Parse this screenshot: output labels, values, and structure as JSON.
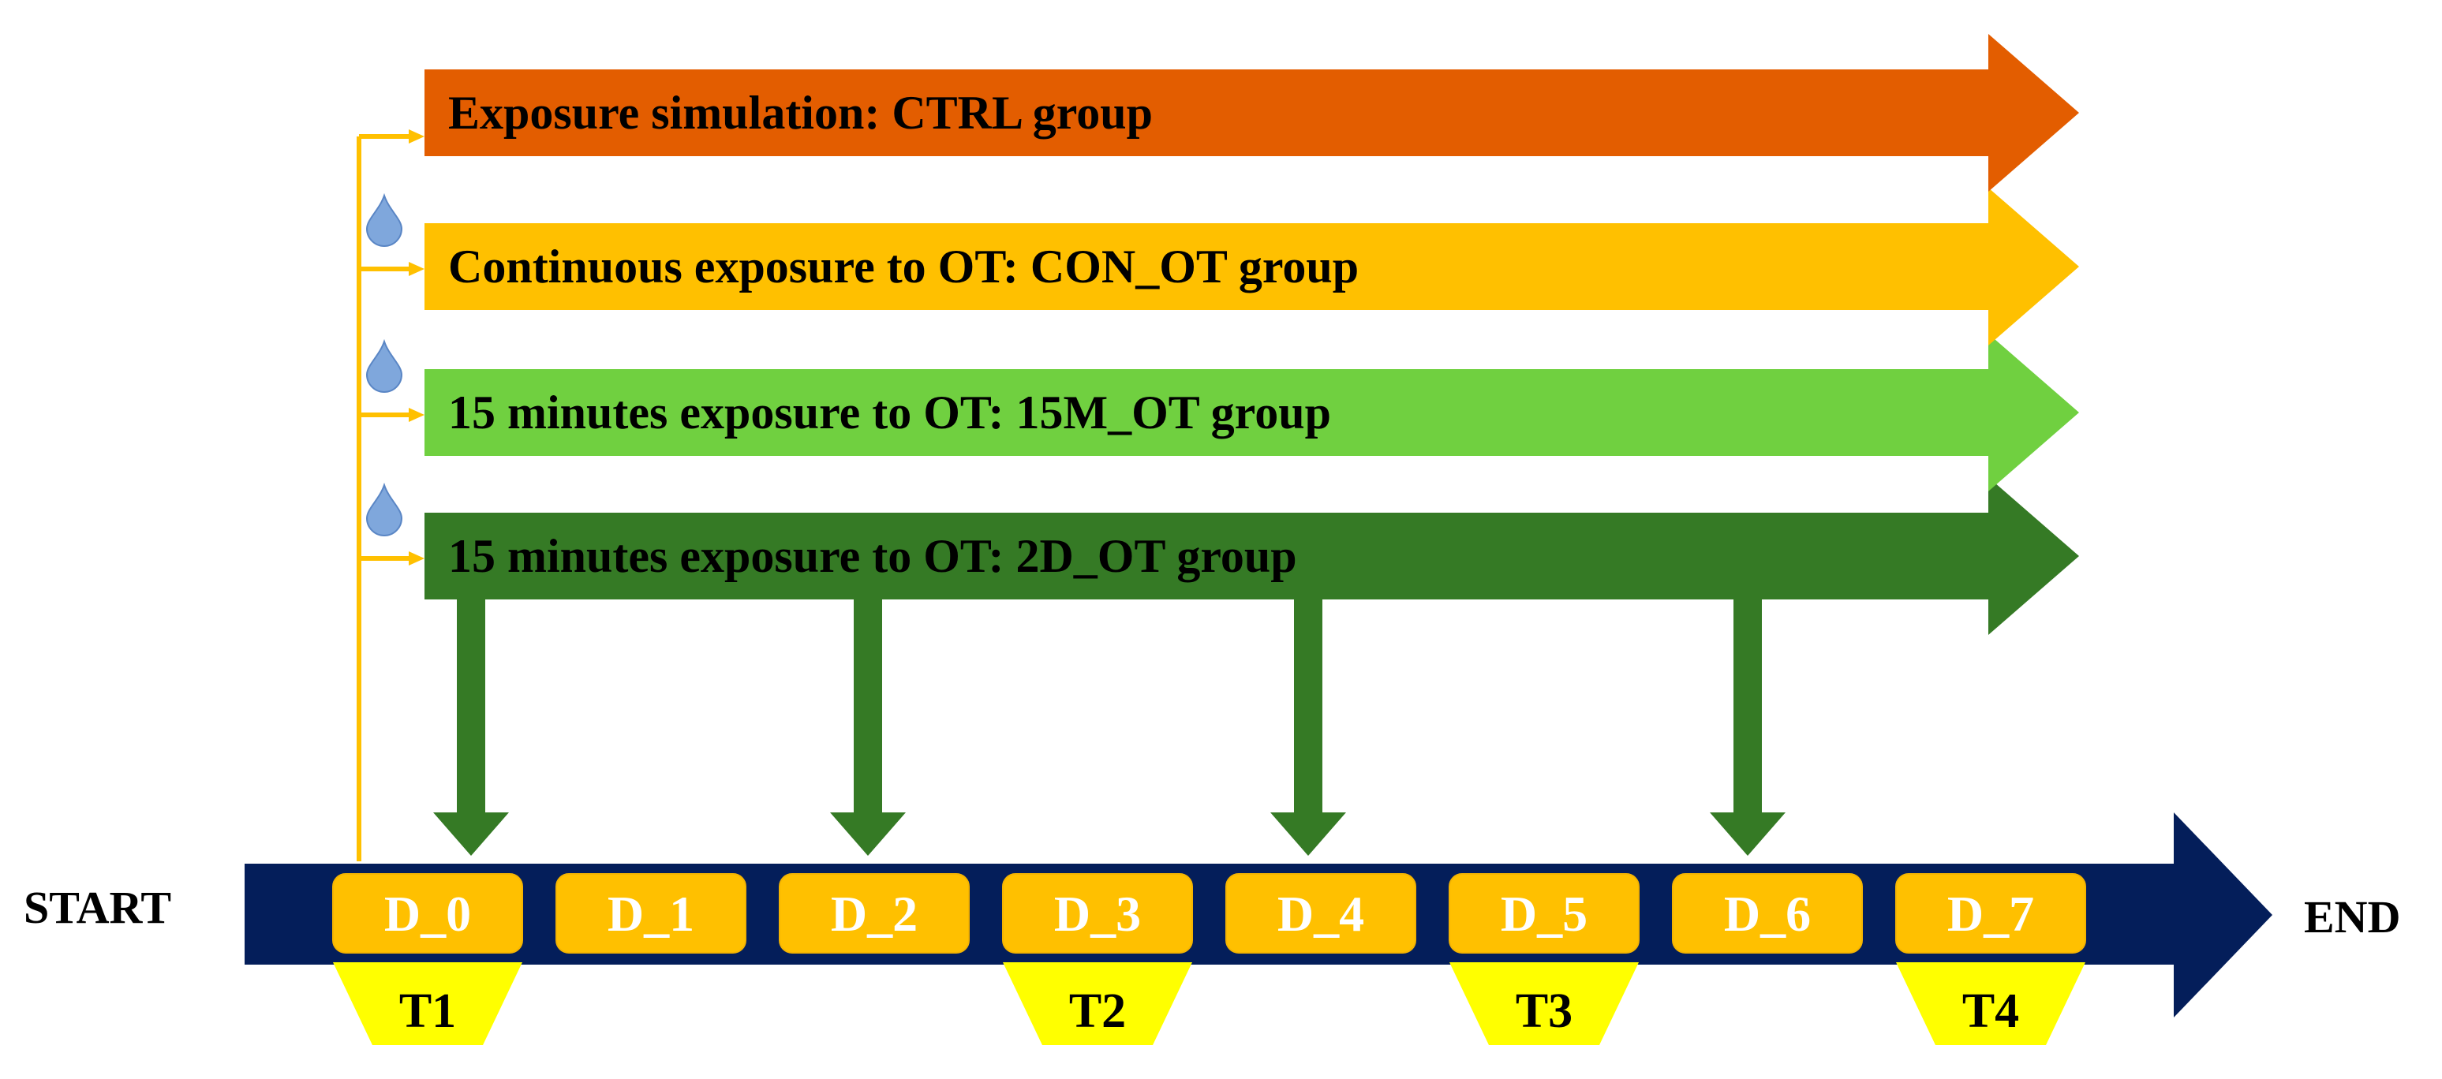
{
  "start_label": "START",
  "end_label": "END",
  "groups": [
    {
      "label": "Exposure simulation: CTRL group",
      "color": "#E35D00",
      "drop": false
    },
    {
      "label": "Continuous exposure to OT: CON_OT group",
      "color": "#FFC000",
      "drop": true
    },
    {
      "label": "15 minutes exposure to OT: 15M_OT group",
      "color": "#70D040",
      "drop": true
    },
    {
      "label": "15 minutes exposure to OT: 2D_OT group",
      "color": "#357A25",
      "drop": true
    }
  ],
  "days": [
    "D_0",
    "D_1",
    "D_2",
    "D_3",
    "D_4",
    "D_5",
    "D_6",
    "D_7"
  ],
  "timepoints": [
    {
      "label": "T1",
      "day": "D_0"
    },
    {
      "label": "T2",
      "day": "D_3"
    },
    {
      "label": "T3",
      "day": "D_5"
    },
    {
      "label": "T4",
      "day": "D_7"
    }
  ],
  "sampling_days": [
    "D_0",
    "D_2",
    "D_4",
    "D_6"
  ],
  "colors": {
    "timeline": "#041E5A",
    "day_box": "#FFC000",
    "day_box_border": "#F5B400",
    "timepoint_trapezoid": "#FFFF00",
    "connector": "#FFC000",
    "sampling_arrow": "#357A25",
    "drop": "#7FA7DC",
    "drop_stroke": "#5A86C5"
  },
  "icons": {
    "drop": "water-drop-icon",
    "arrow": "down-arrow-icon"
  }
}
